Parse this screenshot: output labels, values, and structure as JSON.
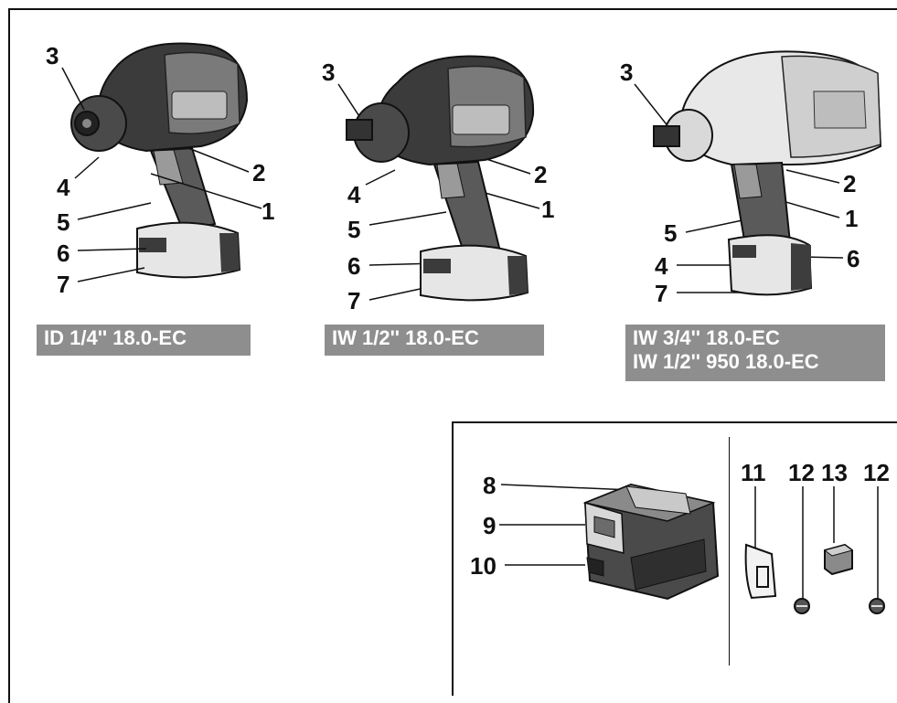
{
  "models": {
    "m1": "ID 1/4'' 18.0-EC",
    "m2": "IW 1/2'' 18.0-EC",
    "m3_line1": "IW 3/4'' 18.0-EC",
    "m3_line2": "IW 1/2'' 950 18.0-EC"
  },
  "labels": {
    "n1": "1",
    "n2": "2",
    "n3": "3",
    "n4": "4",
    "n5": "5",
    "n6": "6",
    "n7": "7",
    "n8": "8",
    "n9": "9",
    "n10": "10",
    "n11": "11",
    "n12": "12",
    "n13": "13"
  },
  "colors": {
    "model_box": "#8e8e8e",
    "tool_dark": "#3d3d3d",
    "tool_light": "#e6e6e6"
  }
}
